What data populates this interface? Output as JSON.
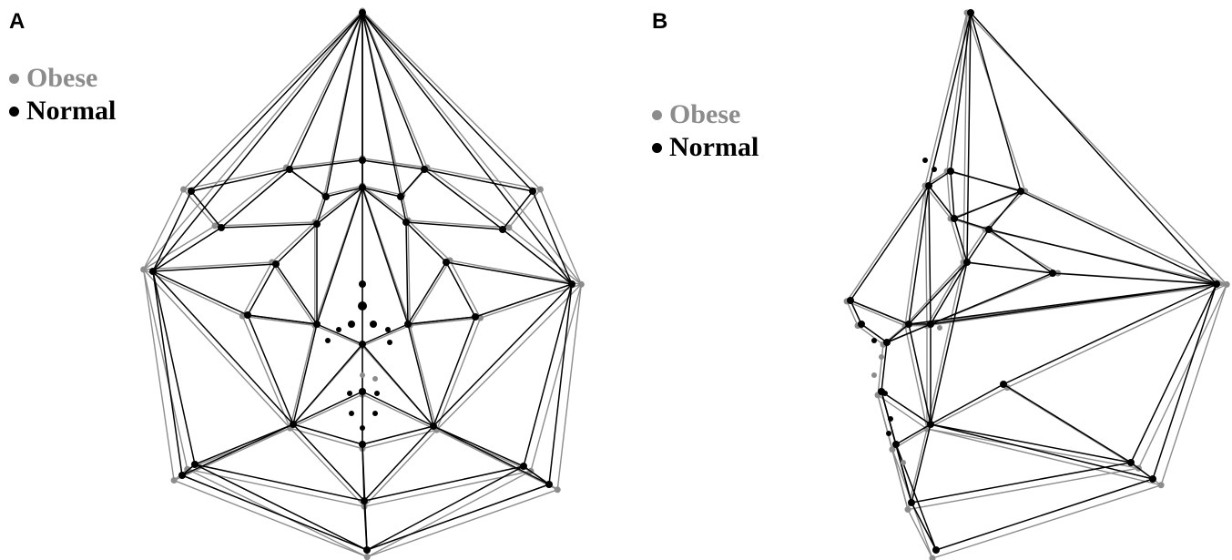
{
  "colors": {
    "obese": "#8c8c8c",
    "normal": "#000000"
  },
  "panels": [
    {
      "label": "A",
      "legend": [
        {
          "name": "Obese",
          "color": "#8c8c8c"
        },
        {
          "name": "Normal",
          "color": "#000000"
        }
      ]
    },
    {
      "label": "B",
      "legend": [
        {
          "name": "Obese",
          "color": "#8c8c8c"
        },
        {
          "name": "Normal",
          "color": "#000000"
        }
      ]
    }
  ]
}
